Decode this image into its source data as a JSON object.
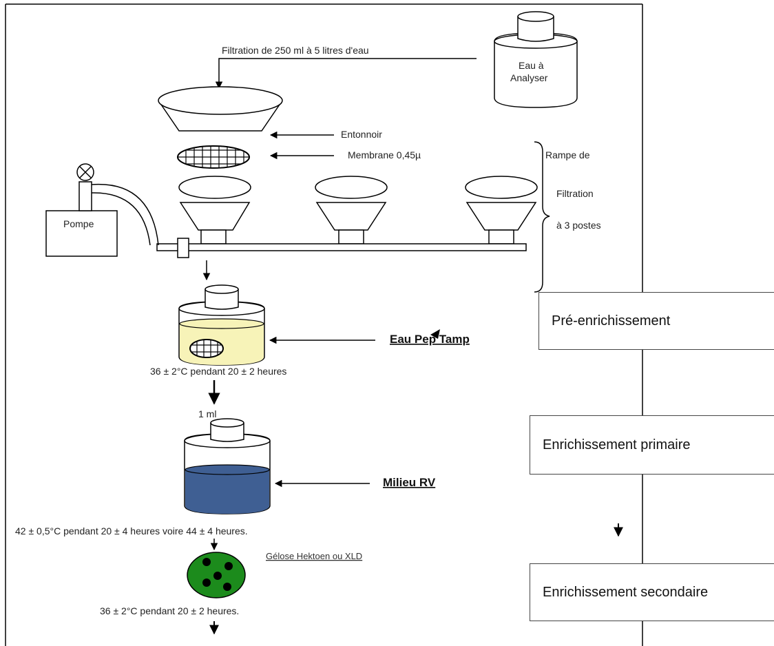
{
  "labels": {
    "filtration": "Filtration de 250 ml à 5 litres d'eau",
    "eau_line1": "Eau à",
    "eau_line2": "Analyser",
    "entonnoir": "Entonnoir",
    "membrane": "Membrane 0,45µ",
    "rampe_line1": "Rampe de",
    "rampe_line2": "Filtration",
    "rampe_line3": "à 3 postes",
    "pompe": "Pompe",
    "eau_pep": "Eau Pep Tamp",
    "temp1": "36 ± 2°C pendant 20 ± 2 heures",
    "one_ml": "1 ml",
    "milieu_rv": "Milieu RV",
    "temp2": "42 ± 0,5°C pendant 20 ± 4 heures voire 44 ± 4 heures.",
    "gelose": "Gélose Hektoen ou XLD",
    "temp3": "36 ± 2°C pendant 20 ± 2 heures."
  },
  "stages": [
    "Pré-enrichissement",
    "Enrichissement primaire",
    "Enrichissement secondaire"
  ],
  "colors": {
    "line": "#000000",
    "broth_yellow": "#f7f3b8",
    "milieu_blue": "#3f5f93",
    "gelose_green": "#1c8b1c"
  }
}
